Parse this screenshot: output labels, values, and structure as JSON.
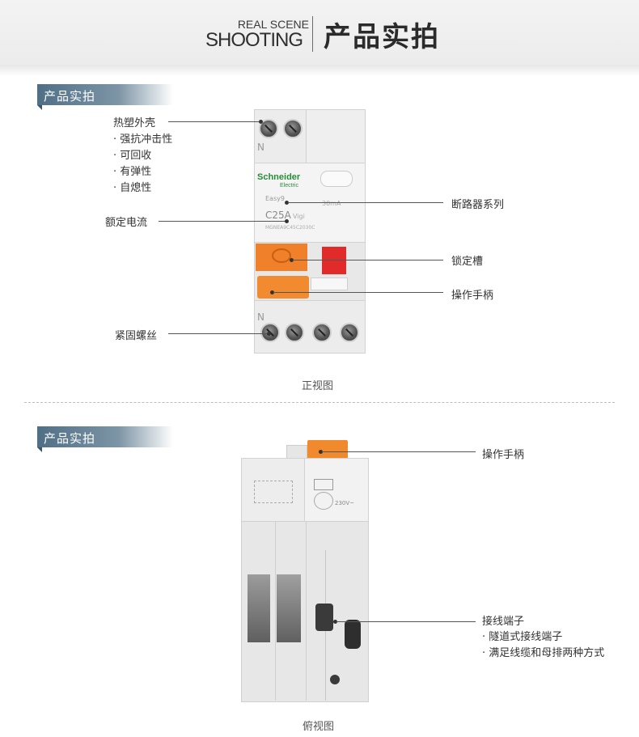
{
  "header": {
    "eyebrow": "REAL SCENE",
    "eyebrow2": "SHOOTING",
    "title": "产品实拍"
  },
  "front_section": {
    "tag": "产品实拍",
    "callouts_left": {
      "shell_title": "热塑外壳",
      "shell_features": [
        "· 强抗冲击性",
        "· 可回收",
        "· 有弹性",
        "· 自熄性"
      ],
      "rated_current": "额定电流",
      "fastening_screw": "紧固螺丝"
    },
    "callouts_right": {
      "series": "断路器系列",
      "lock_slot": "锁定槽",
      "handle": "操作手柄"
    },
    "device": {
      "brand": "Schneider",
      "brand_sub": "Electric",
      "series_text": "Easy9",
      "rating": "C25A",
      "rating_suffix": "Vigi",
      "leakage": "30mA",
      "model": "MGNEA9C45C2030C",
      "neutral_top": "N",
      "neutral_bottom": "N"
    },
    "caption": "正视图"
  },
  "top_section": {
    "tag": "产品实拍",
    "callouts_right": {
      "handle": "操作手柄",
      "terminal_title": "接线端子",
      "terminal_features": [
        "· 隧道式接线端子",
        "· 满足线缆和母排两种方式"
      ]
    },
    "device": {
      "voltage": "230V~"
    },
    "caption": "俯视图"
  }
}
